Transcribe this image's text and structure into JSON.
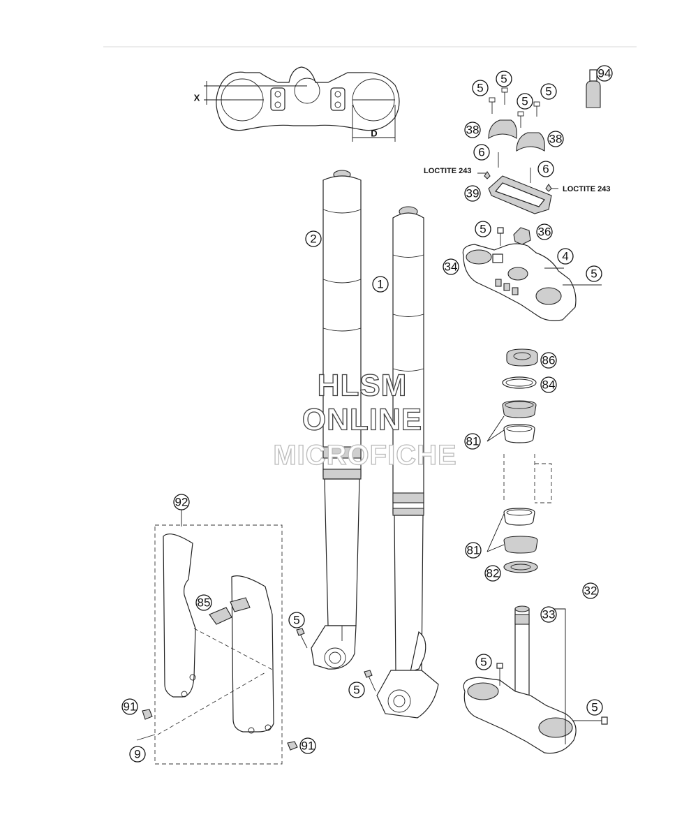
{
  "diagram": {
    "dimension_labels": {
      "x": "X",
      "d": "D"
    },
    "notes": {
      "loctite_left": "LOCTITE 243",
      "loctite_right": "LOCTITE 243"
    },
    "watermark": {
      "line1": "HLSM",
      "line2": "ONLINE",
      "line3": "MICROFICHE"
    },
    "callouts": {
      "c94": "94",
      "c5a": "5",
      "c5b": "5",
      "c5c": "5",
      "c5d": "5",
      "c38a": "38",
      "c38b": "38",
      "c6a": "6",
      "c6b": "6",
      "c39": "39",
      "c5e": "5",
      "c36": "36",
      "c4": "4",
      "c34": "34",
      "c5f": "5",
      "c2": "2",
      "c1": "1",
      "c86": "86",
      "c84": "84",
      "c81a": "81",
      "c81b": "81",
      "c82": "82",
      "c92": "92",
      "c85": "85",
      "c5g": "5",
      "c5h": "5",
      "c91a": "91",
      "c9": "9",
      "c91b": "91",
      "c32": "32",
      "c33": "33",
      "c5i": "5",
      "c5j": "5"
    }
  }
}
